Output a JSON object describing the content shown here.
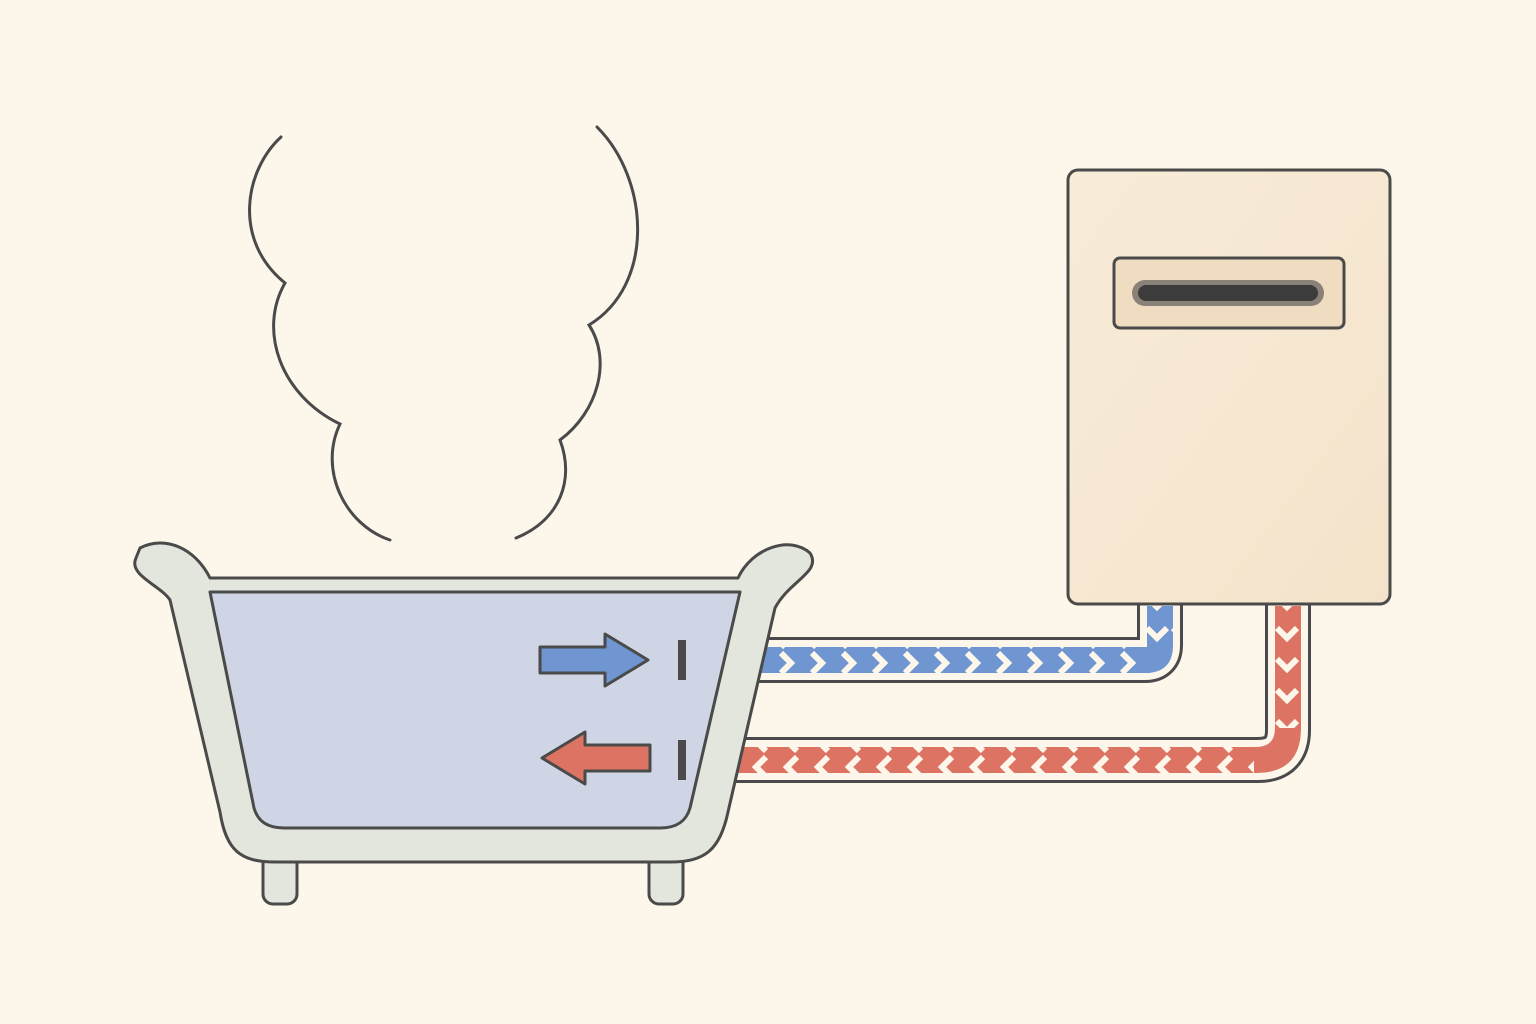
{
  "diagram": {
    "elements": [
      "steam",
      "bathtub",
      "water-heater",
      "supply-pipe",
      "return-pipe"
    ],
    "colors": {
      "background": "#fdf6ea",
      "outline": "#4a4a4a",
      "tub_body": "#e3e6dc",
      "water": "#cfd5e4",
      "heater_body": "#f5e6cf",
      "heater_panel": "#f0dcc1",
      "heater_slot": "#3c3c3c",
      "cold_flow": "#6f96d0",
      "hot_flow": "#dd7463",
      "chevron": "#fdf6ea"
    },
    "flows": [
      {
        "name_key": "to-heater",
        "direction": "tub-to-heater",
        "color_key": "cold_flow",
        "icon": "arrow-right-icon"
      },
      {
        "name_key": "to-tub",
        "direction": "heater-to-tub",
        "color_key": "hot_flow",
        "icon": "arrow-left-icon"
      }
    ]
  }
}
